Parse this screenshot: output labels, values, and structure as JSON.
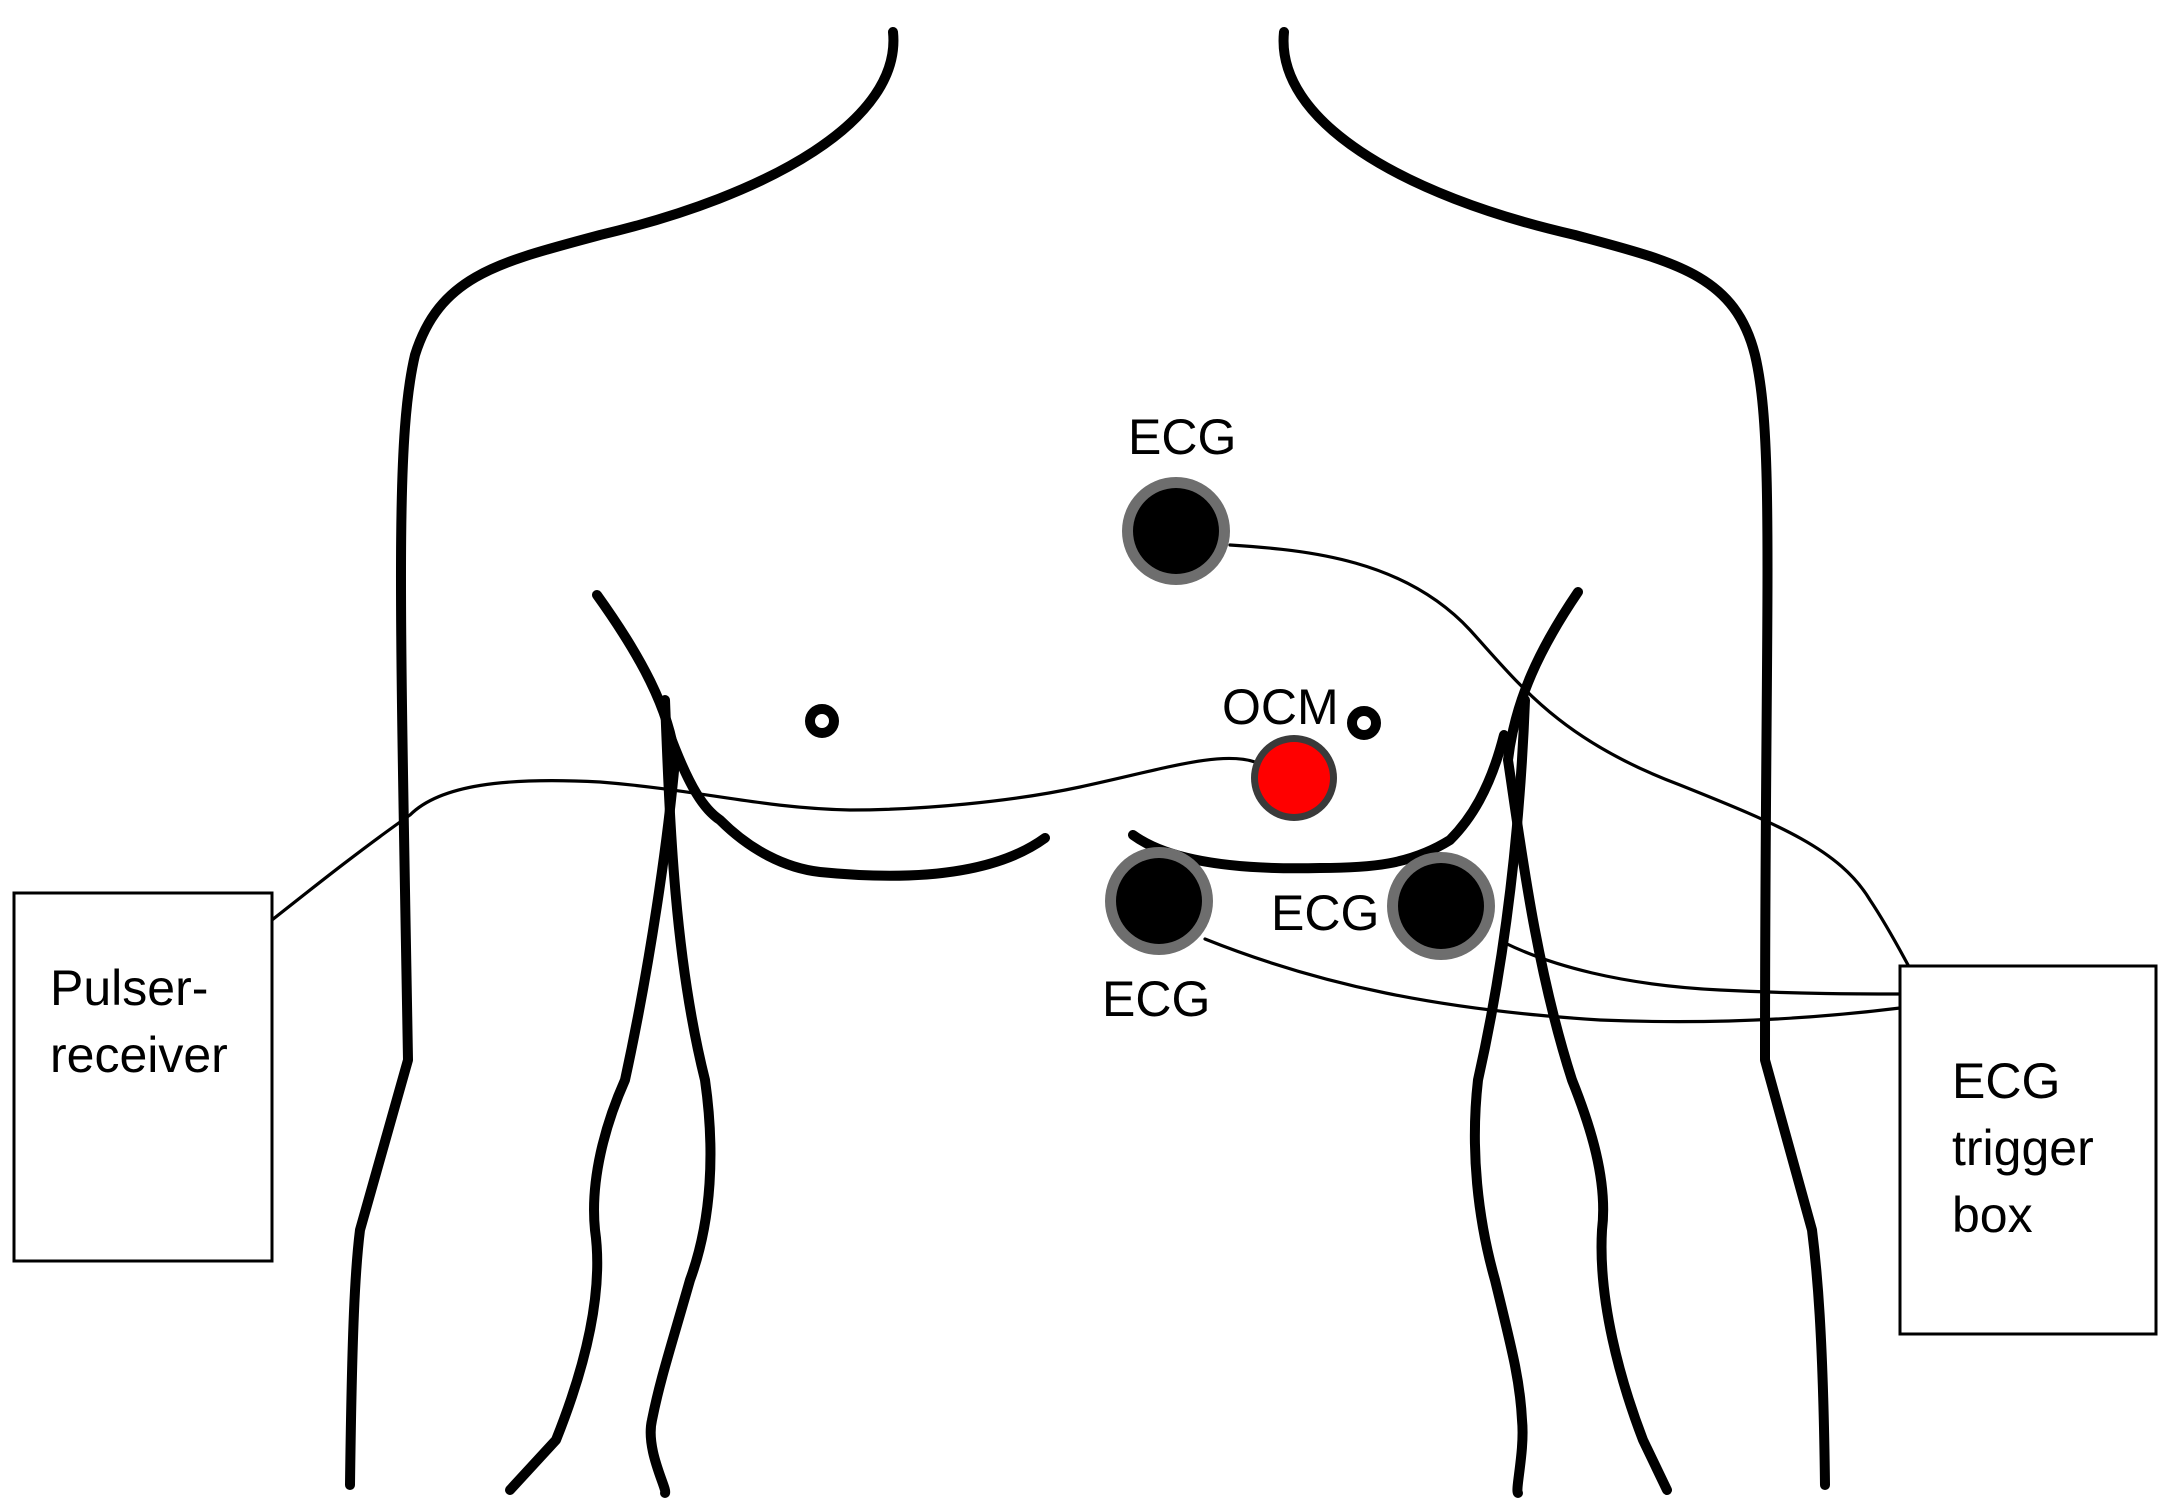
{
  "electrodes": {
    "upper_label": "ECG",
    "lower_left_label": "ECG",
    "lower_right_label": "ECG"
  },
  "ocm_probe": {
    "label": "OCM"
  },
  "devices": {
    "pulser_receiver": {
      "line1": "Pulser-",
      "line2": "receiver"
    },
    "ecg_trigger_box": {
      "line1": "ECG",
      "line2": "trigger",
      "line3": "box"
    }
  },
  "colors": {
    "outline": "#000000",
    "electrode_core": "#000000",
    "electrode_ring": "#6e6e6e",
    "ocm_fill": "#ff0000",
    "ocm_ring": "#3a3a3a",
    "background": "#ffffff"
  }
}
